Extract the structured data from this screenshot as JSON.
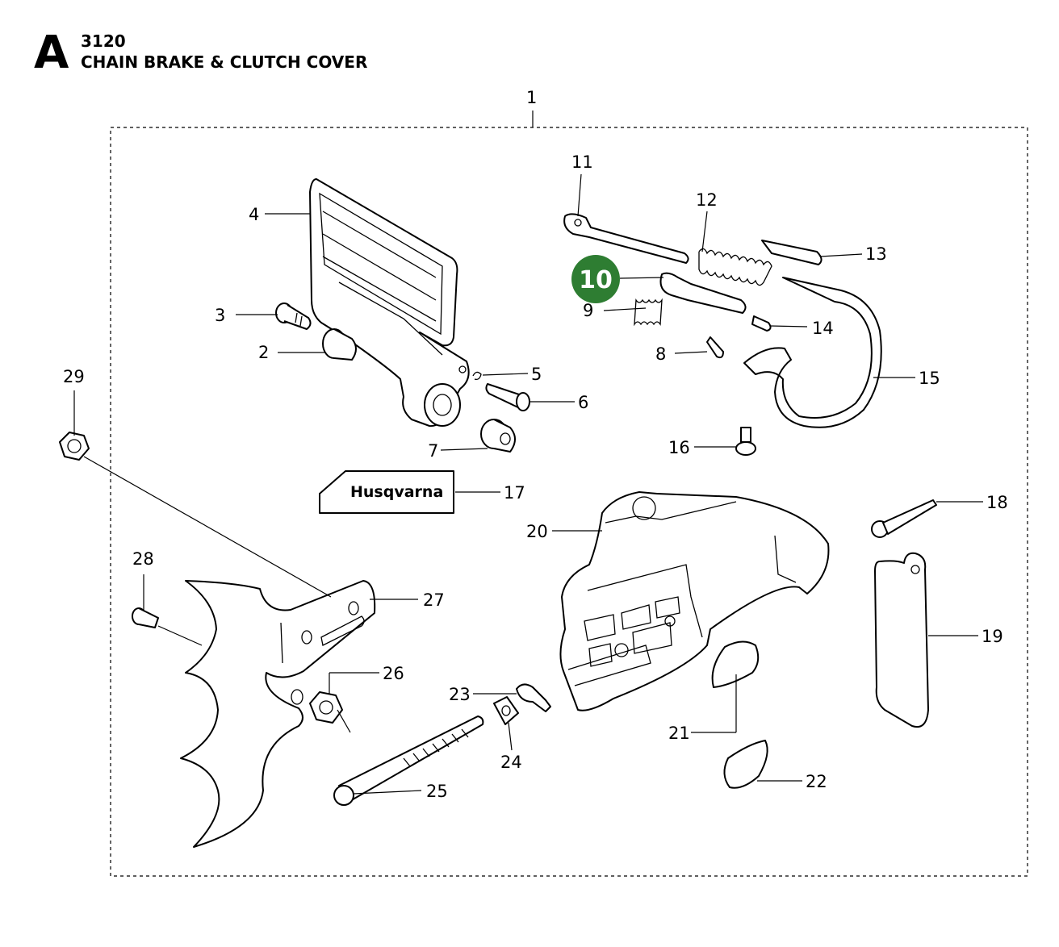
{
  "header": {
    "section_letter": "A",
    "model": "3120",
    "title": "CHAIN BRAKE & CLUTCH COVER"
  },
  "brand_label": "Husqvarna",
  "highlight": {
    "part": "10",
    "color": "#2e7d32"
  },
  "parts": [
    "1",
    "2",
    "3",
    "4",
    "5",
    "6",
    "7",
    "8",
    "9",
    "11",
    "12",
    "13",
    "14",
    "15",
    "16",
    "17",
    "18",
    "19",
    "20",
    "21",
    "22",
    "23",
    "24",
    "25",
    "26",
    "27",
    "28",
    "29"
  ]
}
